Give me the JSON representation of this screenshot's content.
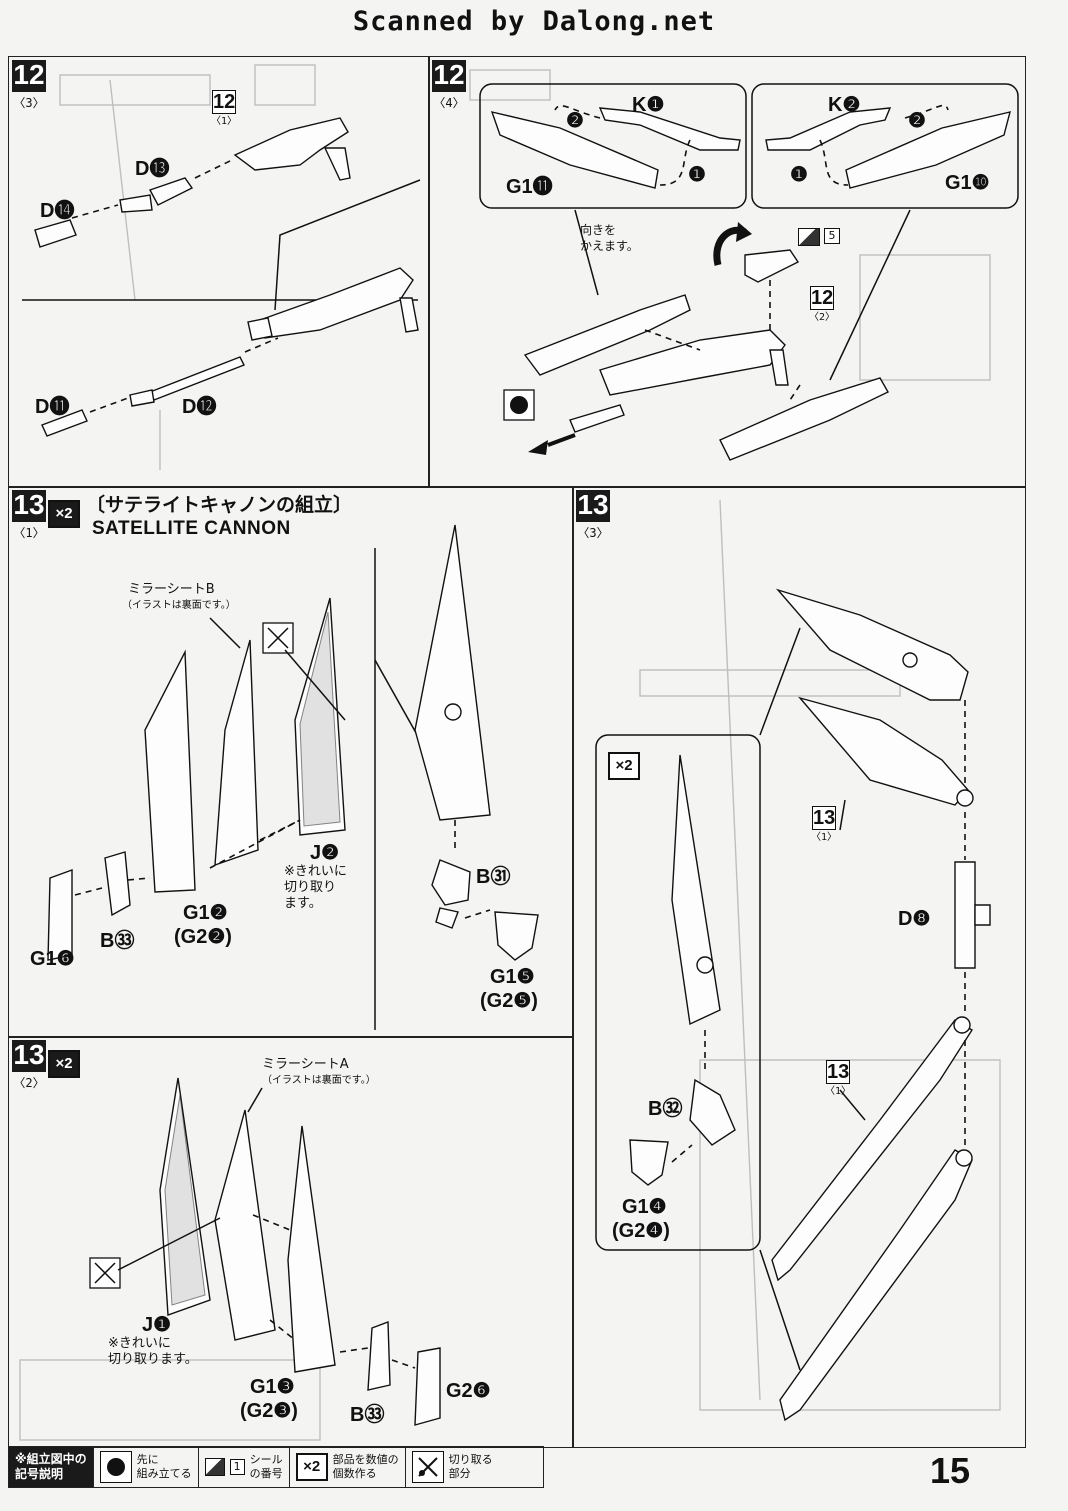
{
  "watermark": "Scanned by Dalong.net",
  "page_number": "15",
  "panels": [
    {
      "id": "12-3",
      "step": "12",
      "sub": "〈3〉",
      "refs": [
        {
          "step": "12",
          "sub": "〈1〉"
        }
      ],
      "labels": [
        "D⓭",
        "D⓮",
        "D⓫",
        "D⓬"
      ]
    },
    {
      "id": "12-4",
      "step": "12",
      "sub": "〈4〉",
      "labels": [
        "K❶",
        "K❷",
        "G1⓫",
        "G1❿"
      ],
      "order_marks": [
        "❷",
        "❶",
        "❷",
        "❶"
      ],
      "note": "向きを\nかえます。",
      "sticker_no": "5",
      "refs": [
        {
          "step": "12",
          "sub": "〈2〉"
        }
      ]
    },
    {
      "id": "13-1",
      "step": "13",
      "sub": "〈1〉",
      "count": "×2",
      "title_jp": "〔サテライトキャノンの組立〕",
      "title_en": "SATELLITE CANNON",
      "mirror_sheet": "ミラーシートB",
      "mirror_note": "（イラストは裏面です。）",
      "labels": [
        "G1❷",
        "(G2❷)",
        "B㉝",
        "G1❻",
        "J❷",
        "B㉛",
        "G1❺",
        "(G2❺)"
      ],
      "cut_note": "※きれいに\n切り取り\nます。"
    },
    {
      "id": "13-2",
      "step": "13",
      "sub": "〈2〉",
      "count": "×2",
      "mirror_sheet": "ミラーシートA",
      "mirror_note": "（イラストは裏面です。）",
      "labels": [
        "J❶",
        "G1❸",
        "(G2❸)",
        "B㉝",
        "G2❻"
      ],
      "cut_note": "※きれいに\n切り取ります。"
    },
    {
      "id": "13-3",
      "step": "13",
      "sub": "〈3〉",
      "inset_count": "×2",
      "labels": [
        "D❽",
        "B㉜",
        "G1❹",
        "(G2❹)"
      ],
      "refs": [
        {
          "step": "13",
          "sub": "〈1〉"
        },
        {
          "step": "13",
          "sub": "〈1〉"
        }
      ]
    }
  ],
  "legend": {
    "heading": "※組立図中の\n記号説明",
    "items": [
      {
        "icon": "assemble-first-icon",
        "text": "先に\n組み立てる"
      },
      {
        "icon": "sticker-number-icon",
        "badge": "1",
        "text": "シール\nの番号"
      },
      {
        "icon": "multiply-icon",
        "badge": "×2",
        "text": "部品を数値の\n個数作る"
      },
      {
        "icon": "cut-icon",
        "text": "切り取る\n部分"
      }
    ]
  },
  "colors": {
    "ink": "#111111",
    "paper": "#f4f4f2",
    "ghost": "#b9b9b9"
  }
}
